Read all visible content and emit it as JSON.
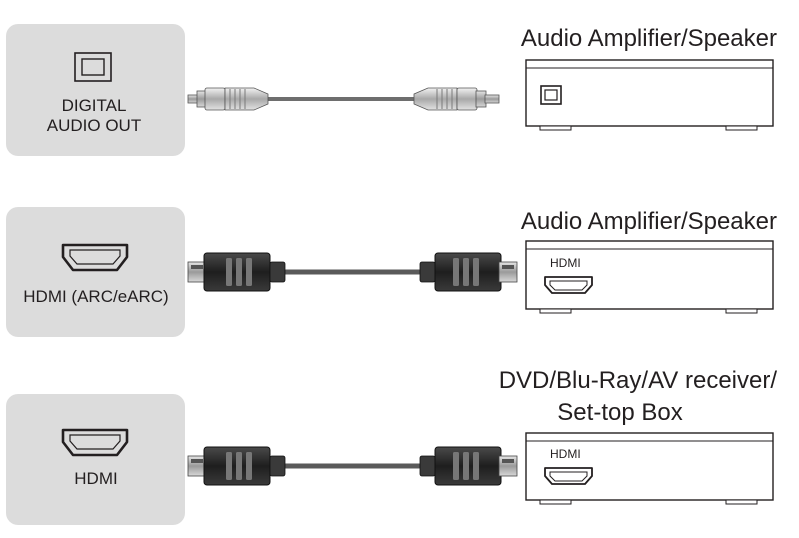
{
  "rows": [
    {
      "tv_port_label_lines": [
        "DIGITAL",
        "AUDIO OUT"
      ],
      "device_title_lines": [
        "Audio Amplifier/Speaker"
      ],
      "device_port_label": "",
      "cable": "optical",
      "device_port_icon": "square-optical-port-icon"
    },
    {
      "tv_port_label_lines": [
        "HDMI (ARC/eARC)"
      ],
      "device_title_lines": [
        "Audio Amplifier/Speaker"
      ],
      "device_port_label": "HDMI",
      "cable": "hdmi",
      "device_port_icon": "hdmi-port-icon"
    },
    {
      "tv_port_label_lines": [
        "HDMI"
      ],
      "device_title_lines": [
        "DVD/Blu-Ray/AV receiver/",
        "Set-top Box"
      ],
      "device_port_label": "HDMI",
      "cable": "hdmi",
      "device_port_icon": "hdmi-port-icon"
    }
  ],
  "colors": {
    "panel": "#dcdcdc",
    "outline": "#231f20",
    "hdmi_plug": "#2b2b2b",
    "optical_plug": "#bcbcbc"
  }
}
